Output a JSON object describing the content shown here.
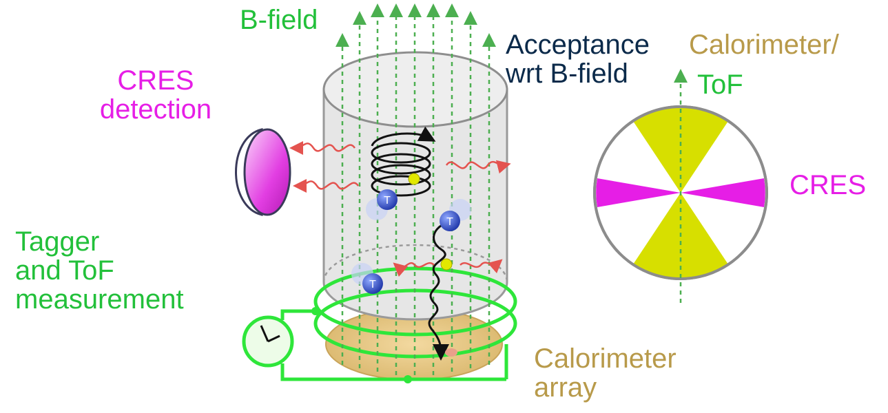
{
  "labels": {
    "b_field": "B-field",
    "cres_detection": "CRES\ndetection",
    "tagger": "Tagger\nand ToF\nmeasurement",
    "acceptance": "Acceptance\nwrt B-field",
    "calorimeter_tof": "Calorimeter/",
    "tof": "ToF",
    "cres": "CRES",
    "calorimeter_array": "Calorimeter\narray",
    "tritium_symbol": "T"
  },
  "colors": {
    "green": "#22c03a",
    "magenta": "#e61ee6",
    "navy": "#0b2a4a",
    "gold": "#b89a4a",
    "yellow": "#d7df00",
    "field_line": "#4caf50",
    "wave": "#e4534f",
    "cylinder": "#e6e6e6",
    "calorimeter_disc": "#e9c888",
    "tritium": "#2f52c8"
  },
  "icons": [
    "clock-icon",
    "antenna-dish-icon",
    "tritium-atom-icon",
    "electron-icon",
    "acceptance-wheel-icon"
  ]
}
